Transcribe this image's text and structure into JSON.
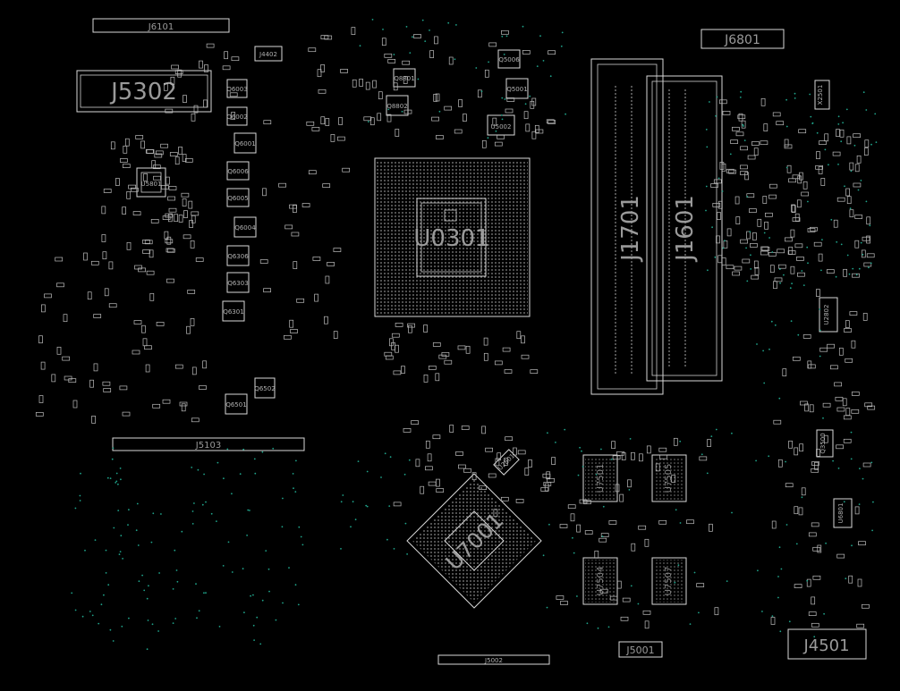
{
  "title": "",
  "colors": {
    "background": "#000000",
    "outline": "#d8d8d8",
    "label": "#9a9a9a",
    "via": "#1fa38a"
  },
  "components": {
    "big": [
      {
        "ref": "J5302"
      },
      {
        "ref": "U0301"
      },
      {
        "ref": "J1701"
      },
      {
        "ref": "J1601"
      },
      {
        "ref": "U7001"
      },
      {
        "ref": "J4501"
      }
    ],
    "connectors": [
      {
        "ref": "J6101"
      },
      {
        "ref": "J6801"
      },
      {
        "ref": "J5103"
      },
      {
        "ref": "J5001"
      },
      {
        "ref": "J4402"
      },
      {
        "ref": "J5002"
      }
    ],
    "memory": [
      {
        "ref": "U7501"
      },
      {
        "ref": "U7505"
      },
      {
        "ref": "U7504"
      },
      {
        "ref": "U7507"
      }
    ],
    "small_ic": [
      {
        "ref": "U5002"
      },
      {
        "ref": "U2802"
      },
      {
        "ref": "U6801"
      },
      {
        "ref": "U5801"
      }
    ],
    "transistors": [
      {
        "ref": "Q6003"
      },
      {
        "ref": "Q6002"
      },
      {
        "ref": "Q6001"
      },
      {
        "ref": "Q6006"
      },
      {
        "ref": "Q6005"
      },
      {
        "ref": "Q6004"
      },
      {
        "ref": "Q6306"
      },
      {
        "ref": "Q6303"
      },
      {
        "ref": "Q6301"
      },
      {
        "ref": "Q6501"
      },
      {
        "ref": "Q6502"
      },
      {
        "ref": "Q8801"
      },
      {
        "ref": "Q8802"
      },
      {
        "ref": "Q5006"
      },
      {
        "ref": "Q5001"
      },
      {
        "ref": "X2501"
      },
      {
        "ref": "Q3500"
      },
      {
        "ref": "U2801"
      }
    ]
  }
}
